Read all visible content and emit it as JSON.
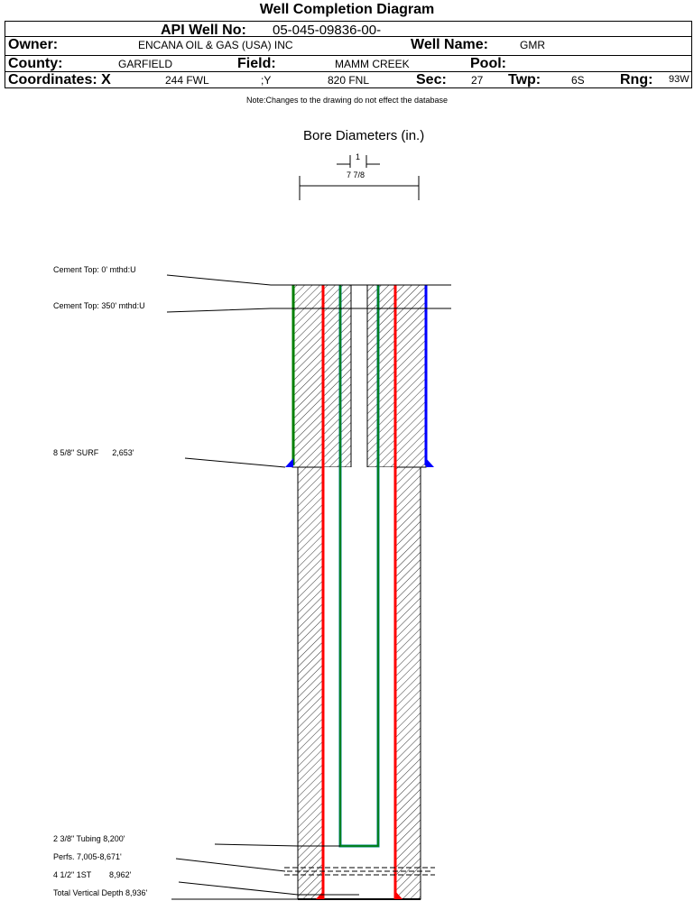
{
  "title": "Well Completion Diagram",
  "header": {
    "api_label": "API Well No:",
    "api_value": "05-045-09836-00-",
    "owner_label": "Owner:",
    "owner_value": "ENCANA OIL & GAS (USA) INC",
    "well_name_label": "Well Name:",
    "well_name_value": "GMR",
    "county_label": "County:",
    "county_value": "GARFIELD",
    "field_label": "Field:",
    "field_value": "MAMM CREEK",
    "pool_label": "Pool:",
    "pool_value": "",
    "coord_x_label": "Coordinates: X",
    "coord_x_value": "244 FWL",
    "coord_y_label": ";Y",
    "coord_y_value": "820 FNL",
    "sec_label": "Sec:",
    "sec_value": "27",
    "twp_label": "Twp:",
    "twp_value": "6S",
    "rng_label": "Rng:",
    "rng_value": "93W"
  },
  "note": "Note:Changes to the drawing do not effect the database",
  "diagram": {
    "bore_title": "Bore Diameters (in.)",
    "inner_dim": "1",
    "outer_dim": "7 7/8",
    "labels": {
      "cement_top_0": "Cement Top: 0' mthd:U",
      "cement_top_350": "Cement Top: 350' mthd:U",
      "surf_casing": "8 5/8\" SURF      2,653'",
      "tubing": "2 3/8\" Tubing 8,200'",
      "perfs": "Perfs. 7,005-8,671'",
      "production_casing": "4 1/2\" 1ST        8,962'",
      "tvd": "Total Vertical Depth 8,936'"
    },
    "colors": {
      "green": "#008000",
      "red": "#ff0000",
      "blue": "#0000ff",
      "teal": "#008080"
    }
  }
}
